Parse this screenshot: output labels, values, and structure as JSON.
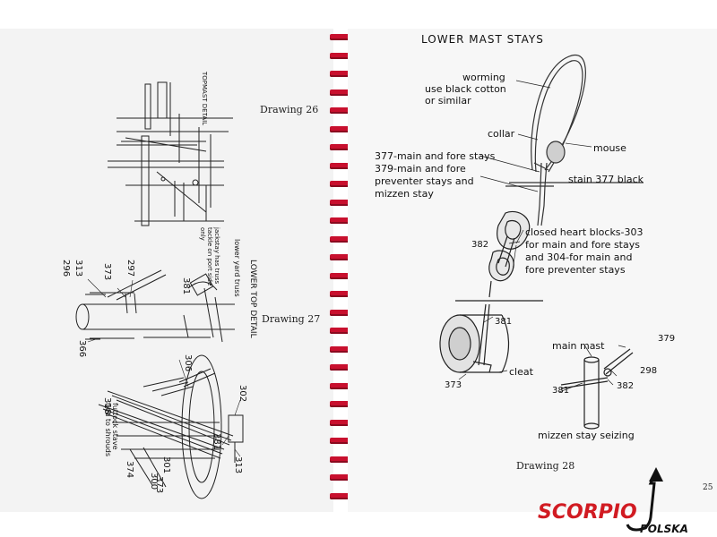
{
  "left_page": {
    "drawings": [
      {
        "caption": "Drawing 26"
      },
      {
        "caption": "Drawing 27"
      }
    ],
    "rotated_labels": {
      "lower_top_detail": "LOWER TOP DETAIL",
      "lower_yard_truss": "lower yard truss",
      "jackstay": "jackstay has truss tackle on port side only",
      "futtock": "futtock stave tied to shrouds",
      "topmast_detail": "TOPMAST DETAIL"
    },
    "callouts": {
      "n296": "296",
      "n313": "313",
      "n373": "373",
      "n297": "297",
      "n381": "381",
      "n366": "366",
      "n306": "306",
      "n302": "302",
      "n318": "318",
      "n374": "374",
      "n300": "300",
      "n301": "301",
      "n373b": "373",
      "n381b": "381",
      "n313b": "313"
    }
  },
  "right_page": {
    "heading": "LOWER MAST STAYS",
    "labels": {
      "worming": "worming",
      "use_black": "use black cotton",
      "or_similar": "or similar",
      "collar": "collar",
      "mouse": "mouse",
      "stays_line1": "377-main and fore stays",
      "stays_line2": "379-main and fore",
      "stays_line3": "preventer stays and",
      "stays_line4": "mizzen stay",
      "stain": "stain 377 black",
      "n382": "382",
      "heart1": "closed heart blocks-303",
      "heart2": "for main and fore stays",
      "heart3": "and 304-for main and",
      "heart4": "fore preventer stays",
      "n381": "381",
      "cleat": "cleat",
      "n373": "373",
      "main_mast": "main mast",
      "n379": "379",
      "n298": "298",
      "n382b": "382",
      "n381b": "381",
      "mizzen_seizing": "mizzen stay seizing"
    },
    "caption": "Drawing 28",
    "page_number": "25"
  },
  "logo": {
    "main": "SCORPIO",
    "sub": "POLSKA",
    "colors": {
      "red": "#d11b22",
      "black": "#111111"
    }
  },
  "binding": {
    "ring_color": "#c8102e",
    "ring_count": 26
  }
}
